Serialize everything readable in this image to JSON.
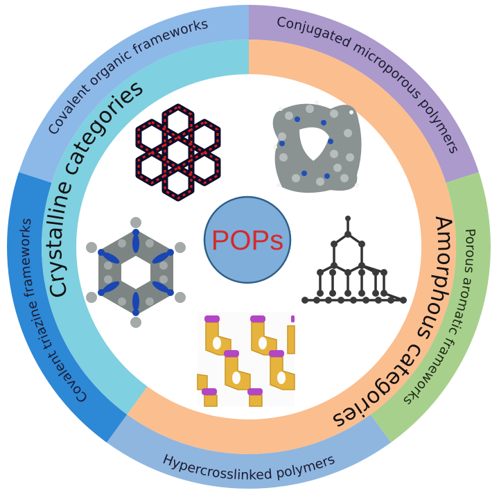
{
  "diagram": {
    "center": {
      "label": "POPs",
      "fill": "#7FAEDB",
      "stroke": "#2E5F8A",
      "text_color": "#D42A2A"
    },
    "inner_ring": [
      {
        "id": "crystalline",
        "label": "Crystalline categories",
        "color": "#7FD0E0",
        "start_deg": 216,
        "end_deg": 360
      },
      {
        "id": "amorphous",
        "label": "Amorphous categories",
        "color": "#FBBE8F",
        "start_deg": 0,
        "end_deg": 216
      }
    ],
    "outer_ring": [
      {
        "id": "cmp",
        "label": "Conjugated microporous polymers",
        "color": "#AB9ACB",
        "start_deg": 0,
        "end_deg": 72
      },
      {
        "id": "paf",
        "label": "Porous aromatic frameworks",
        "color": "#A8D08D",
        "start_deg": 72,
        "end_deg": 144
      },
      {
        "id": "hcp",
        "label": "Hypercrosslinked polymers",
        "color": "#8FB6DF",
        "start_deg": 144,
        "end_deg": 216
      },
      {
        "id": "ctf",
        "label": "Covalent triazine frameworks",
        "color": "#2D88D6",
        "start_deg": 216,
        "end_deg": 288
      },
      {
        "id": "cof",
        "label": "Covalent  organic  frameworks",
        "color": "#8DB9E8",
        "start_deg": 288,
        "end_deg": 360
      }
    ],
    "structures": [
      {
        "id": "cof-structure",
        "depicts": "hexagonal honeycomb framework (black/red)"
      },
      {
        "id": "cmp-structure",
        "depicts": "grey space-filling network with blue nitrogen atoms"
      },
      {
        "id": "ctf-structure",
        "depicts": "hexagonal triazine framework (grey/blue)"
      },
      {
        "id": "paf-structure",
        "depicts": "diamond-like tetrahedral carbon lattice (dark grey)"
      },
      {
        "id": "hcp-structure",
        "depicts": "yellow stacked aromatic lattice with purple crosslinks"
      }
    ]
  }
}
